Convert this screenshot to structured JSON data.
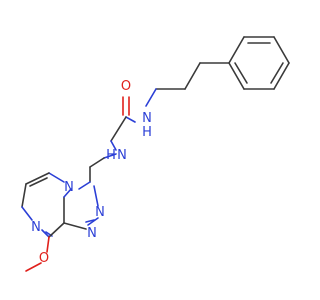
{
  "molecule": {
    "atoms": {
      "carbonyl_o": {
        "symbol": "O",
        "color": "#e0201b"
      },
      "urea_nh_right": {
        "symbol": "N",
        "h": "H",
        "color": "#2b3fd6"
      },
      "urea_nh_left": {
        "symbol": "N",
        "h": "H",
        "color": "#2b3fd6"
      },
      "ring_n_pyrazine": {
        "symbol": "N",
        "color": "#2b3fd6"
      },
      "ring_n_bridge": {
        "symbol": "N",
        "color": "#2b3fd6"
      },
      "ring_n_triazole_upper": {
        "symbol": "N",
        "color": "#2b3fd6"
      },
      "ring_n_triazole_lower": {
        "symbol": "N",
        "color": "#2b3fd6"
      },
      "methoxy_o": {
        "symbol": "O",
        "color": "#e0201b"
      }
    },
    "bond_color": "#3a3a3a"
  }
}
